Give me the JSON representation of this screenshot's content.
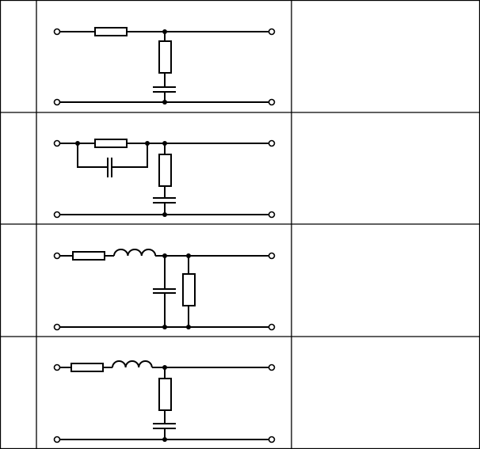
{
  "table": {
    "rows": 4,
    "columns": 3,
    "row_descriptions_visible": false
  },
  "circuits": [
    {
      "components": [
        "series-resistor",
        "shunt-resistor",
        "shunt-capacitor"
      ]
    },
    {
      "components": [
        "series-resistor",
        "bypass-capacitor",
        "shunt-resistor",
        "shunt-capacitor"
      ]
    },
    {
      "components": [
        "series-resistor",
        "series-inductor",
        "shunt-capacitor",
        "shunt-resistor"
      ]
    },
    {
      "components": [
        "series-resistor",
        "series-inductor",
        "shunt-resistor",
        "shunt-capacitor"
      ]
    }
  ],
  "colors": {
    "line": "#000000",
    "background": "#ffffff"
  }
}
